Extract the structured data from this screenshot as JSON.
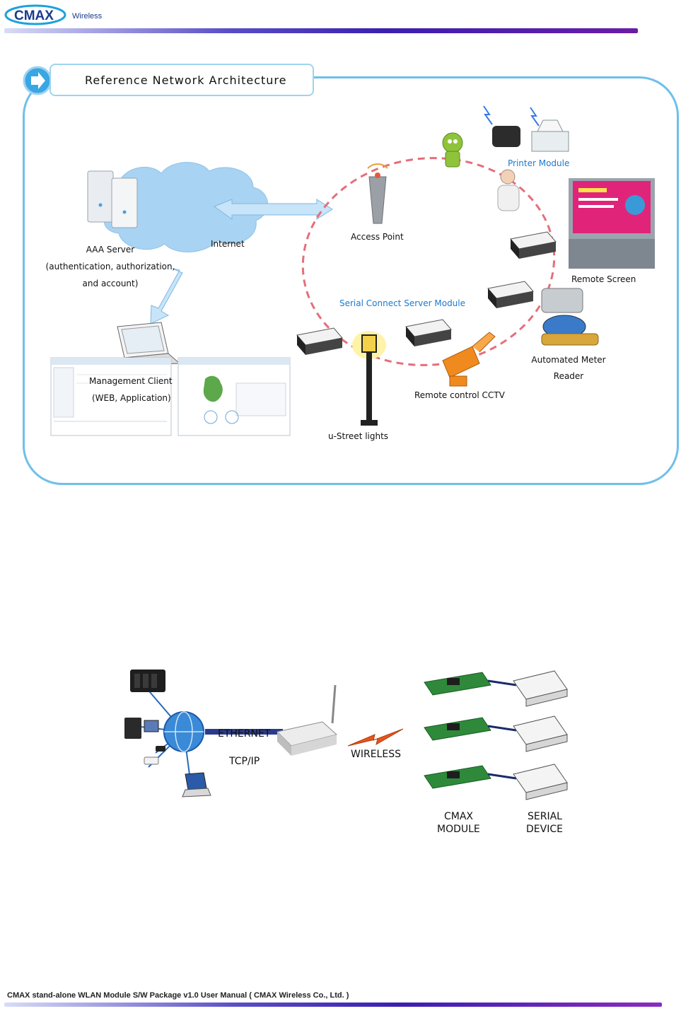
{
  "header": {
    "logo_main": "CMAX",
    "logo_sub": "Wireless"
  },
  "figure1": {
    "title": "Reference Network Architecture",
    "labels": {
      "aaa_server": "AAA Server",
      "aaa_desc_1": "(authentication, authorization,",
      "aaa_desc_2": "and account)",
      "internet": "Internet",
      "access_point": "Access Point",
      "printer_module": "Printer Module",
      "remote_screen": "Remote Screen",
      "serial_connect": "Serial Connect Server Module",
      "meter_1": "Automated Meter",
      "meter_2": "Reader",
      "cctv": "Remote control CCTV",
      "street_lights": "u-Street lights",
      "mgmt_1": "Management Client",
      "mgmt_2": "(WEB, Application)"
    },
    "colors": {
      "frame": "#6ec0ea",
      "cloud": "#a9d3f2",
      "ring": "#e46f7a",
      "accent_blue": "#1a7ad0"
    }
  },
  "figure2": {
    "labels": {
      "ethernet": "ETHERNET",
      "tcpip": "TCP/IP",
      "wireless": "WIRELESS",
      "cmax_1": "CMAX",
      "cmax_2": "MODULE",
      "serial_1": "SERIAL",
      "serial_2": "DEVICE"
    }
  },
  "footer": {
    "text": "CMAX stand-alone WLAN Module S/W Package v1.0  User Manual  ( CMAX Wireless Co., Ltd. )"
  }
}
